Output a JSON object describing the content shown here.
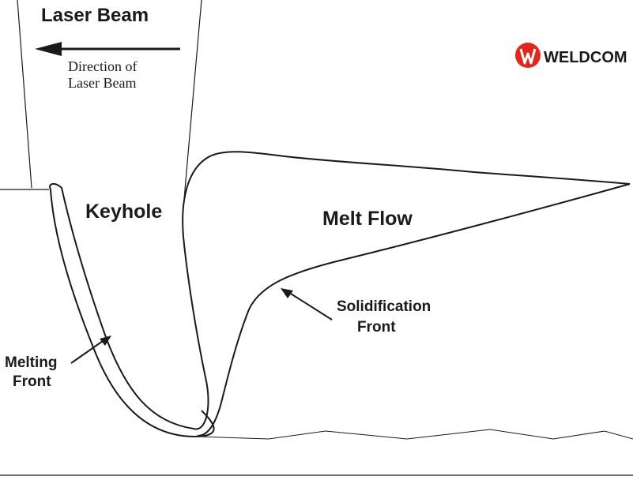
{
  "labels": {
    "laser_beam": "Laser Beam",
    "direction_line1": "Direction of",
    "direction_line2": "Laser Beam",
    "keyhole": "Keyhole",
    "melt_flow": "Melt Flow",
    "solidification_line1": "Solidification",
    "solidification_line2": "Front",
    "melting_line1": "Melting",
    "melting_line2": "Front"
  },
  "logo": {
    "text": "WELDCOM",
    "color": "#e2261b"
  },
  "colors": {
    "ink": "#1a1a1a",
    "background": "#ffffff"
  }
}
